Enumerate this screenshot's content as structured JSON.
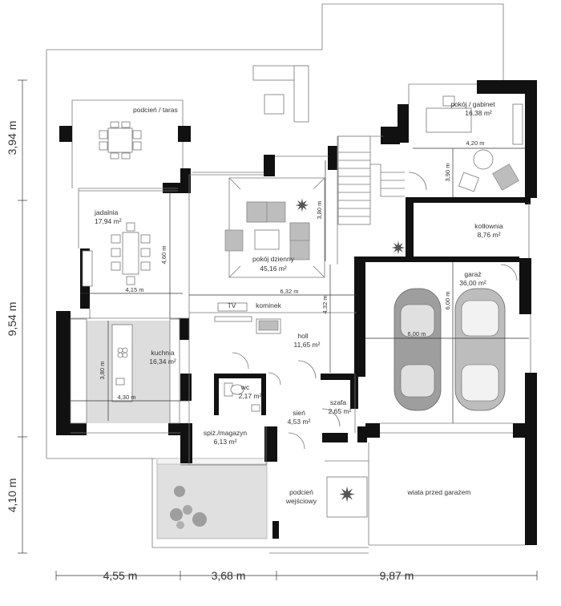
{
  "rooms": {
    "taras": "podcień / taras",
    "jadalnia": "jadalnia",
    "jadalnia_area": "17,94 m²",
    "dzienny": "pokój dzienny",
    "dzienny_area": "45,16 m²",
    "gabinet": "pokój / gabinet",
    "gabinet_area": "16,38 m²",
    "kotlownia": "kotłownia",
    "kotlownia_area": "8,76 m²",
    "garaz": "garaż",
    "garaz_area": "36,00 m²",
    "kuchnia": "kuchnia",
    "kuchnia_area": "16,34 m²",
    "holl": "holl",
    "holl_area": "11,65 m²",
    "wc": "wc",
    "wc_area": "2,17 m²",
    "sien": "sień",
    "sien_area": "4,53 m²",
    "szafa": "szafa",
    "szafa_area": "2,65 m²",
    "spiz": "spiż./magazyn",
    "spiz_area": "6,13 m²",
    "podcien1": "podcień",
    "podcien2": "wejściowy",
    "wiata": "wiata przed garażem",
    "tv": "TV",
    "kominek": "kominek"
  },
  "inner_dims": {
    "d415": "4,15 m",
    "d460": "4,60 m",
    "d632": "6,32 m",
    "d380a": "3,80 m",
    "d432": "4,32 m",
    "d420": "4,20 m",
    "d390": "3,90 m",
    "d600a": "6,00 m",
    "d600b": "6,00 m",
    "d380b": "3,80 m",
    "d430": "4,30 m"
  },
  "outer_dims": {
    "left_top": "3,94 m",
    "left_mid": "9,54 m",
    "left_bot": "4,10 m",
    "bottom_1": "4,55 m",
    "bottom_2": "3,68 m",
    "bottom_3": "9,87 m"
  }
}
